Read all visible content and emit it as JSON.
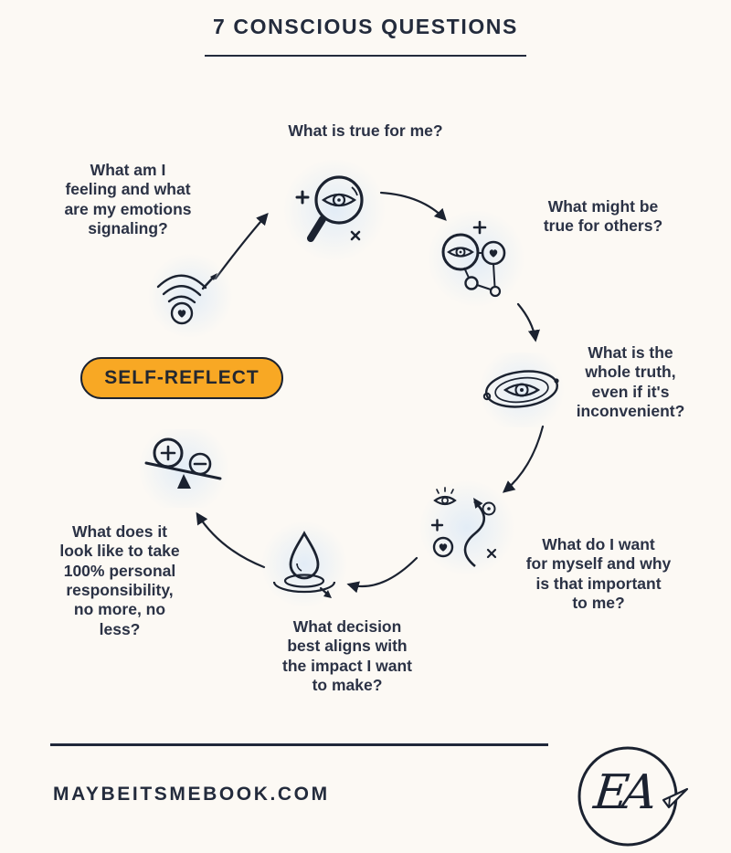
{
  "title": "7 CONSCIOUS QUESTIONS",
  "center": {
    "label": "SELF-REFLECT"
  },
  "questions": [
    {
      "id": 1,
      "text": "What is true for me?",
      "icon": "magnifier-eye-icon"
    },
    {
      "id": 2,
      "text": "What might be\ntrue for others?",
      "icon": "network-eyes-icon"
    },
    {
      "id": 3,
      "text": "What is the\nwhole truth,\neven if it's\ninconvenient?",
      "icon": "orbit-eye-icon"
    },
    {
      "id": 4,
      "text": "What do I want\nfor myself and why\nis that important\nto me?",
      "icon": "winding-path-icon"
    },
    {
      "id": 5,
      "text": "What decision\nbest aligns with\nthe impact I want\nto make?",
      "icon": "droplet-ripple-icon"
    },
    {
      "id": 6,
      "text": "What does it\nlook like to take\n100% personal\nresponsibility,\nno more, no\nless?",
      "icon": "balance-icon"
    },
    {
      "id": 7,
      "text": "What am I\nfeeling and what\nare my emotions\nsignaling?",
      "icon": "signal-heart-icon"
    }
  ],
  "footer": {
    "website": "MAYBEITSMEBOOK.COM",
    "logo_monogram": "EA"
  },
  "colors": {
    "background": "#fcf9f4",
    "text": "#2b3245",
    "accent": "#f8a824",
    "ink": "#1b2230"
  }
}
